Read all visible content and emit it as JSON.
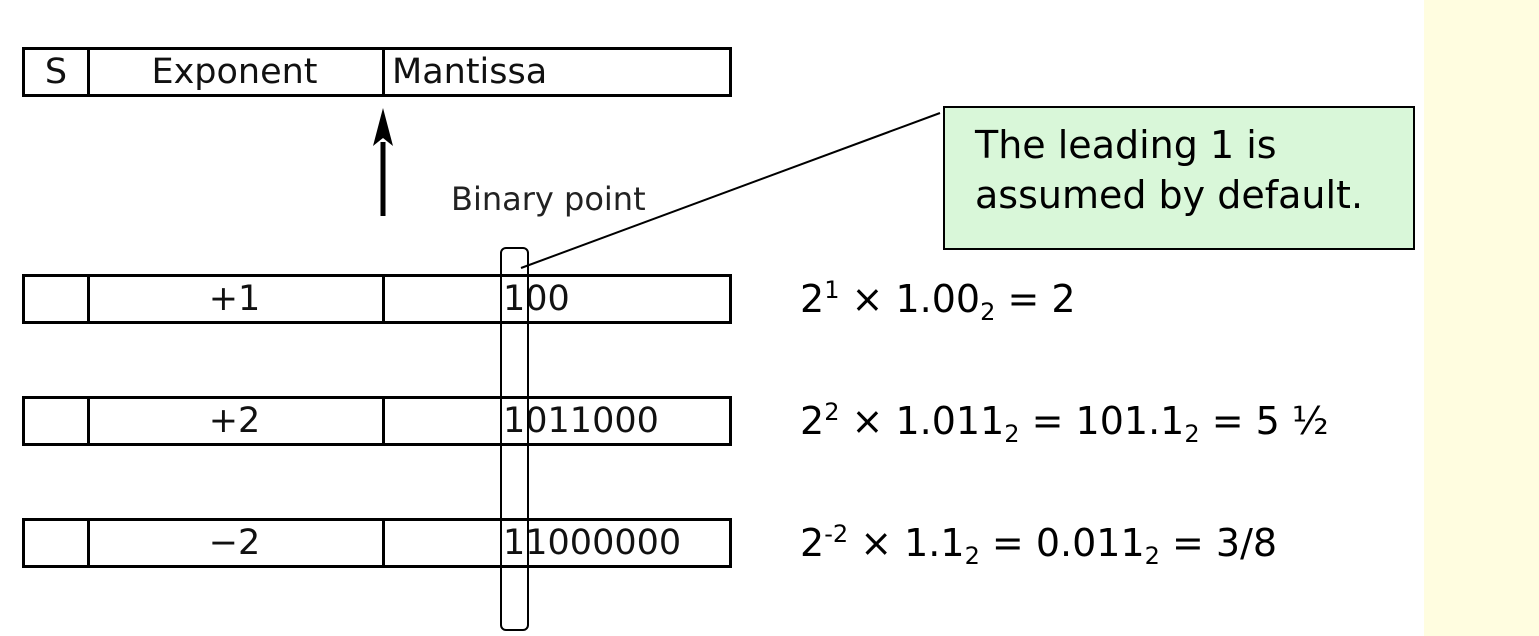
{
  "header": {
    "s_label": "S",
    "exponent_label": "Exponent",
    "mantissa_label": "Mantissa"
  },
  "binary_point_label": "Binary point",
  "callout": {
    "line1": "The leading 1 is",
    "line2": "assumed by default."
  },
  "rows": [
    {
      "sign": "",
      "exponent": "+1",
      "mantissa": "100",
      "formula": {
        "base": "2",
        "exp": "1",
        "times": " × 1.00",
        "sub1": "2",
        "rest1": " = 2",
        "sub2": "",
        "rest2": ""
      }
    },
    {
      "sign": "",
      "exponent": "+2",
      "mantissa": "1011000",
      "formula": {
        "base": "2",
        "exp": "2",
        "times": " × 1.011",
        "sub1": "2",
        "rest1": " = 101.1",
        "sub2": "2",
        "rest2": " = 5 ½"
      }
    },
    {
      "sign": "",
      "exponent": "−2",
      "mantissa": "11000000",
      "formula": {
        "base": "2",
        "exp": "-2",
        "times": " × 1.1",
        "sub1": "2",
        "rest1": " = 0.011",
        "sub2": "2",
        "rest2": " = 3/8"
      }
    }
  ],
  "colors": {
    "callout_bg": "#d9f7d9",
    "side_band": "#fffde0"
  }
}
